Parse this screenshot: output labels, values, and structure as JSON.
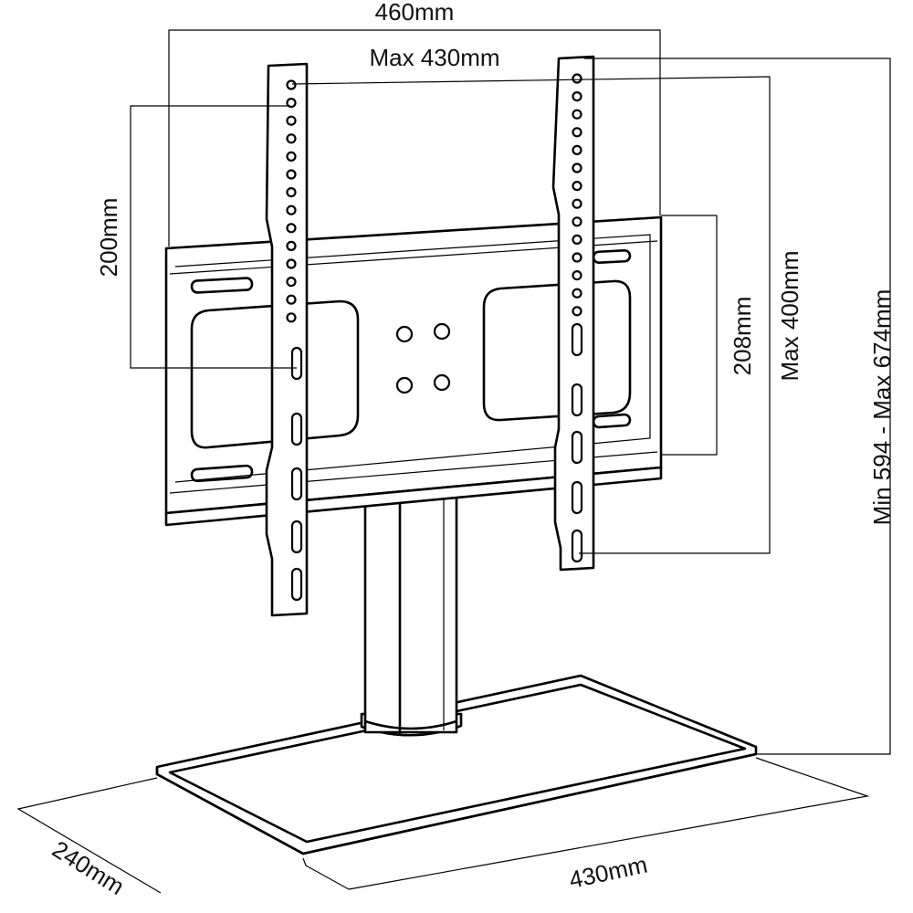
{
  "dimensions": {
    "overall_width": "460mm",
    "max_vesa_width": "Max 430mm",
    "vesa_min_height": "200mm",
    "plate_height": "208mm",
    "max_vesa_height": "Max 400mm",
    "stand_height": "Min 594 - Max 674mm",
    "base_depth": "240mm",
    "base_width": "430mm"
  },
  "colors": {
    "line": "#000000",
    "background": "#ffffff"
  }
}
